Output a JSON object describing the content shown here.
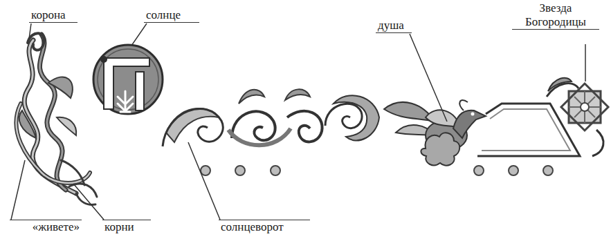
{
  "diagram": {
    "labels": [
      "корона",
      "солнце",
      "душа",
      "Звезда Богородицы",
      "«живете»",
      "корни",
      "солнцеворот"
    ]
  }
}
